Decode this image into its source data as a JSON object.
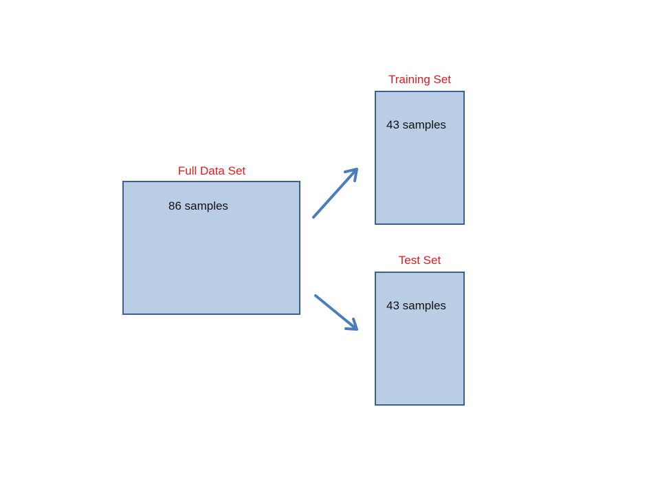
{
  "full_set": {
    "title": "Full Data Set",
    "count_text": "86 samples"
  },
  "training_set": {
    "title": "Training Set",
    "count_text": "43 samples"
  },
  "test_set": {
    "title": "Test Set",
    "count_text": "43 samples"
  },
  "colors": {
    "box_fill": "#b9cde4",
    "box_border": "#3a5f92",
    "title_text": "#e0191e",
    "arrow": "#4a7ebb"
  }
}
